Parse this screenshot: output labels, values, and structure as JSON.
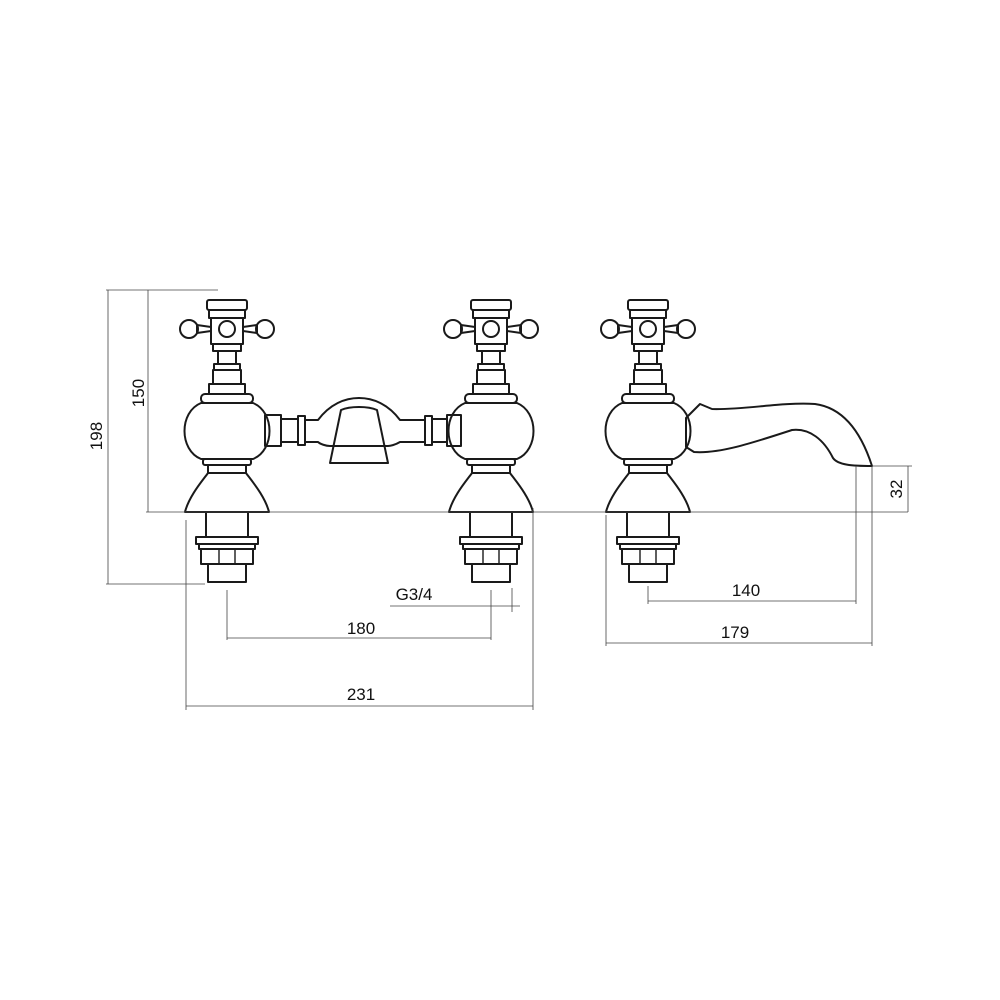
{
  "dimensions": {
    "overall_height": "198",
    "height_to_deck": "150",
    "centres": "180",
    "overall_width": "231",
    "thread": "G3/4",
    "spout_projection": "140",
    "overall_depth": "179",
    "spout_height": "32"
  },
  "colors": {
    "line": "#1a1a1a",
    "dimension": "#444444",
    "background": "#ffffff"
  }
}
